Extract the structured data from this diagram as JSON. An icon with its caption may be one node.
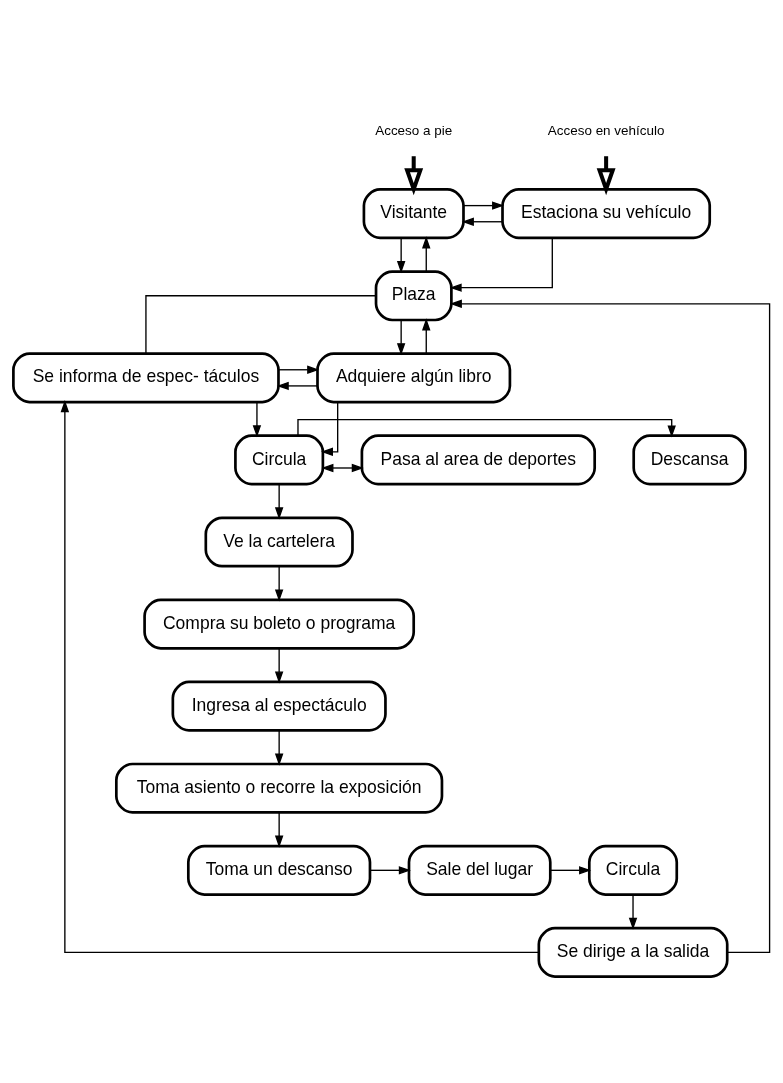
{
  "diagram": {
    "nodes": [
      {
        "text": [
          "Acceso a pie"
        ]
      },
      {
        "text": [
          "Acceso en vehículo"
        ]
      },
      {
        "text": [
          "Visitante"
        ]
      },
      {
        "text": [
          "Estaciona su vehículo"
        ]
      },
      {
        "text": [
          "Plaza"
        ]
      },
      {
        "text": [
          "Se informa de espec- táculos"
        ]
      },
      {
        "text": [
          "Adquiere algún libro"
        ]
      },
      {
        "text": [
          "Descansa"
        ]
      },
      {
        "text": [
          "Circula"
        ]
      },
      {
        "text": [
          "Ve la cartelera"
        ]
      },
      {
        "text": [
          "Pasa al area de deportes"
        ]
      },
      {
        "text": [
          "Compra su boleto o programa"
        ]
      },
      {
        "text": [
          "Ingresa al espectáculo"
        ]
      },
      {
        "text": [
          "Se dirige a la salida"
        ]
      },
      {
        "text": [
          "Toma asiento o recorre la exposición"
        ]
      },
      {
        "text": [
          "Circula"
        ]
      },
      {
        "text": [
          "Sale del lugar"
        ]
      },
      {
        "text": [
          "Toma un descanso"
        ]
      }
    ],
    "edges": [
      {
        "from": 0,
        "to": 2,
        "arrow": "to",
        "style": "thick"
      },
      {
        "from": 1,
        "to": 3,
        "arrow": "to",
        "style": "thick"
      },
      {
        "from": 3,
        "to": 2,
        "arrow": "to"
      },
      {
        "from": 2,
        "to": 3,
        "arrow": "to"
      },
      {
        "from": 4,
        "to": 2,
        "arrow": "to"
      },
      {
        "from": 2,
        "to": 4,
        "arrow": "to"
      },
      {
        "from": 3,
        "to": 4,
        "arrow": "to"
      },
      {
        "from": 6,
        "to": 4,
        "arrow": "to"
      },
      {
        "from": 4,
        "to": 6,
        "arrow": "to"
      },
      {
        "from": 4,
        "to": 5,
        "arrow": "none"
      },
      {
        "from": 6,
        "to": 5,
        "arrow": "to"
      },
      {
        "from": 5,
        "to": 6,
        "arrow": "to"
      },
      {
        "from": 5,
        "to": 8,
        "arrow": "to"
      },
      {
        "from": 6,
        "to": 8,
        "arrow": "to"
      },
      {
        "from": 8,
        "to": 7,
        "arrow": "to"
      },
      {
        "from": 8,
        "to": 10,
        "arrow": "both"
      },
      {
        "from": 8,
        "to": 9,
        "arrow": "to"
      },
      {
        "from": 9,
        "to": 11,
        "arrow": "to"
      },
      {
        "from": 11,
        "to": 12,
        "arrow": "to"
      },
      {
        "from": 12,
        "to": 14,
        "arrow": "to"
      },
      {
        "from": 14,
        "to": 17,
        "arrow": "to"
      },
      {
        "from": 17,
        "to": 16,
        "arrow": "to"
      },
      {
        "from": 16,
        "to": 15,
        "arrow": "to"
      },
      {
        "from": 15,
        "to": 13,
        "arrow": "to"
      },
      {
        "from": 13,
        "to": 4,
        "arrow": "to"
      },
      {
        "from": 13,
        "to": 5,
        "arrow": "to"
      }
    ]
  }
}
